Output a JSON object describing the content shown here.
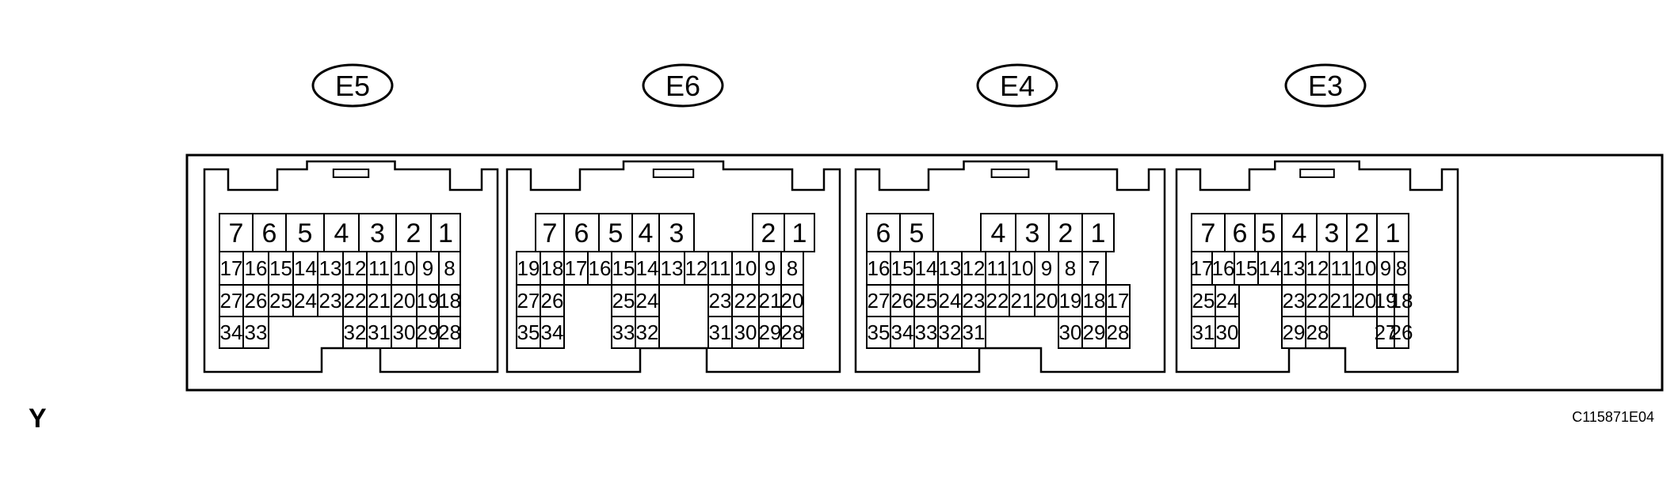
{
  "figure": {
    "corner_letter": "Y",
    "code": "C115871E04"
  },
  "connectors": [
    {
      "label": "E5",
      "rows": [
        [
          "7",
          "6",
          "5",
          "4",
          "3",
          "2",
          "1"
        ],
        [
          "17",
          "16",
          "15",
          "14",
          "13",
          "12",
          "11",
          "10",
          "9",
          "8"
        ],
        [
          "27",
          "26",
          "25",
          "24",
          "23",
          "22",
          "21",
          "20",
          "19",
          "18"
        ],
        [
          "34",
          "33",
          "32",
          "31",
          "30",
          "29",
          "28"
        ]
      ]
    },
    {
      "label": "E6",
      "rows": [
        [
          "7",
          "6",
          "5",
          "4",
          "3",
          "2",
          "1"
        ],
        [
          "19",
          "18",
          "17",
          "16",
          "15",
          "14",
          "13",
          "12",
          "11",
          "10",
          "9",
          "8"
        ],
        [
          "27",
          "26",
          "25",
          "24",
          "23",
          "22",
          "21",
          "20"
        ],
        [
          "35",
          "34",
          "33",
          "32",
          "31",
          "30",
          "29",
          "28"
        ]
      ]
    },
    {
      "label": "E4",
      "rows": [
        [
          "6",
          "5",
          "4",
          "3",
          "2",
          "1"
        ],
        [
          "16",
          "15",
          "14",
          "13",
          "12",
          "11",
          "10",
          "9",
          "8",
          "7"
        ],
        [
          "27",
          "26",
          "25",
          "24",
          "23",
          "22",
          "21",
          "20",
          "19",
          "18",
          "17"
        ],
        [
          "35",
          "34",
          "33",
          "32",
          "31",
          "30",
          "29",
          "28"
        ]
      ]
    },
    {
      "label": "E3",
      "rows": [
        [
          "7",
          "6",
          "5",
          "4",
          "3",
          "2",
          "1"
        ],
        [
          "17",
          "16",
          "15",
          "14",
          "13",
          "12",
          "11",
          "10",
          "9",
          "8"
        ],
        [
          "25",
          "24",
          "23",
          "22",
          "21",
          "20",
          "19",
          "18"
        ],
        [
          "31",
          "30",
          "29",
          "28",
          "27",
          "26"
        ]
      ]
    }
  ]
}
